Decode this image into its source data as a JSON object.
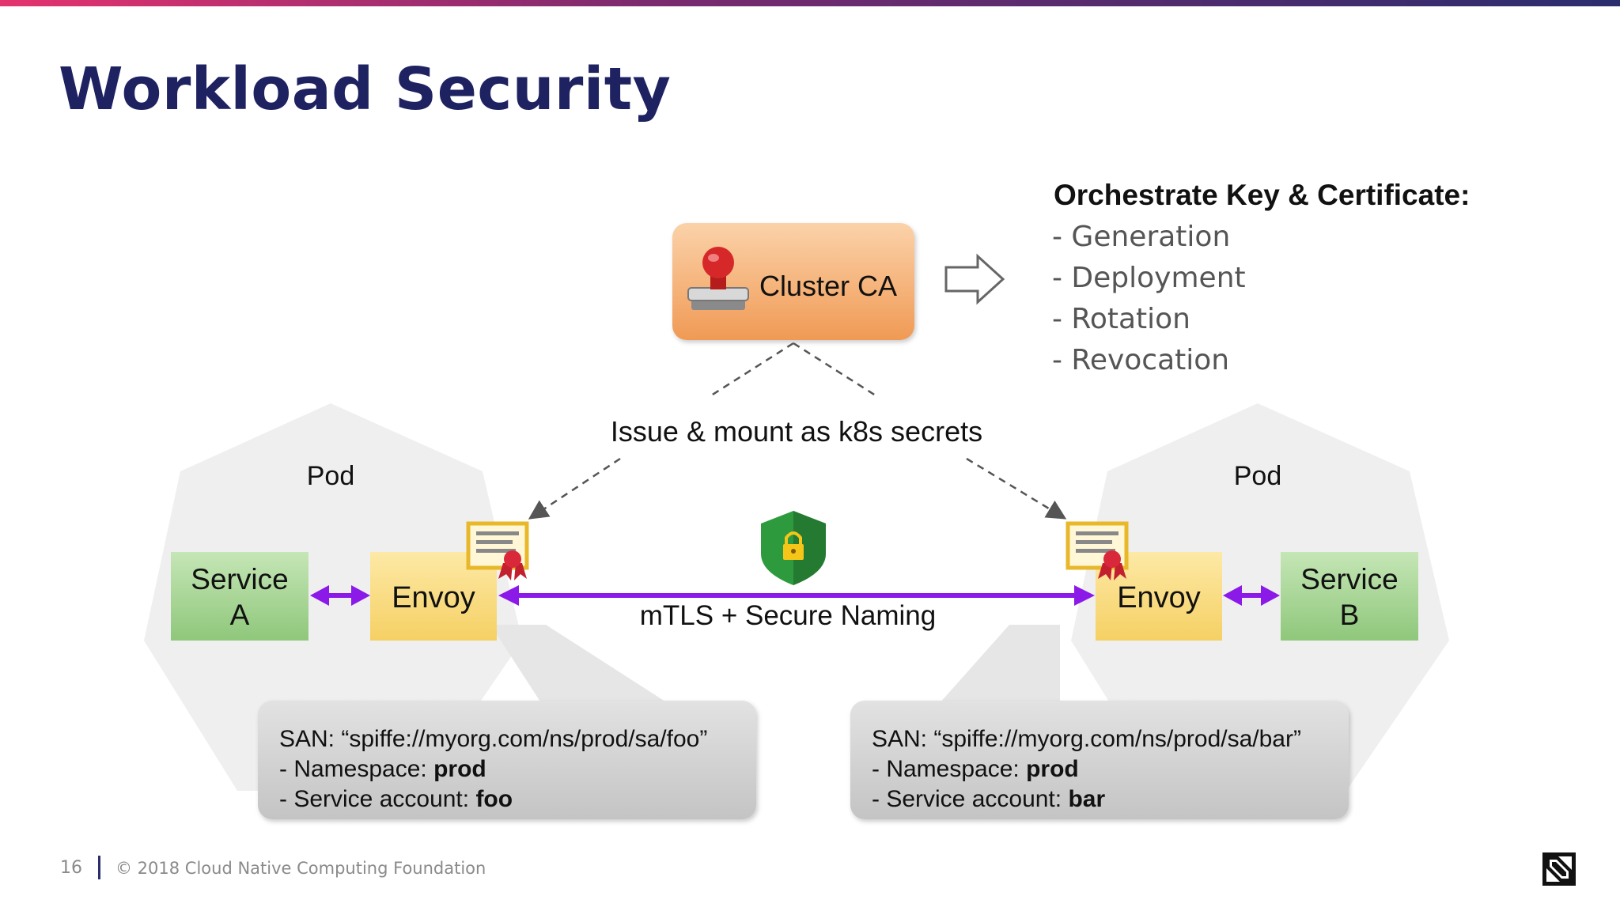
{
  "slide": {
    "title": "Workload Security",
    "page_number": "16",
    "copyright": "© 2018 Cloud Native Computing Foundation"
  },
  "diagram": {
    "cluster_ca": "Cluster CA",
    "orchestrate_heading": "Orchestrate Key & Certificate:",
    "orchestrate_items": [
      "- Generation",
      "- Deployment",
      "- Rotation",
      "- Revocation"
    ],
    "issue_label": "Issue & mount as k8s secrets",
    "mtls_label": "mTLS + Secure Naming",
    "pod_left": {
      "label": "Pod",
      "service_line1": "Service",
      "service_line2": "A",
      "envoy": "Envoy",
      "san": "SAN: “spiffe://myorg.com/ns/prod/sa/foo”",
      "namespace_prefix": "- Namespace: ",
      "namespace_value": "prod",
      "account_prefix": "- Service account: ",
      "account_value": "foo"
    },
    "pod_right": {
      "label": "Pod",
      "service_line1": "Service",
      "service_line2": "B",
      "envoy": "Envoy",
      "san": "SAN: “spiffe://myorg.com/ns/prod/sa/bar”",
      "namespace_prefix": "- Namespace: ",
      "namespace_value": "prod",
      "account_prefix": "- Service account: ",
      "account_value": "bar"
    },
    "colors": {
      "title": "#1f2261",
      "cluster_ca": "#f3a86b",
      "envoy": "#f8d978",
      "service": "#9ed08c",
      "arrow": "#8b19e8",
      "shield": "#2e9a3e",
      "callout": "#cfcfcf"
    },
    "icons": [
      "stamp-icon",
      "arrow-right-icon",
      "certificate-icon",
      "shield-lock-icon",
      "cncf-logo-icon"
    ]
  }
}
